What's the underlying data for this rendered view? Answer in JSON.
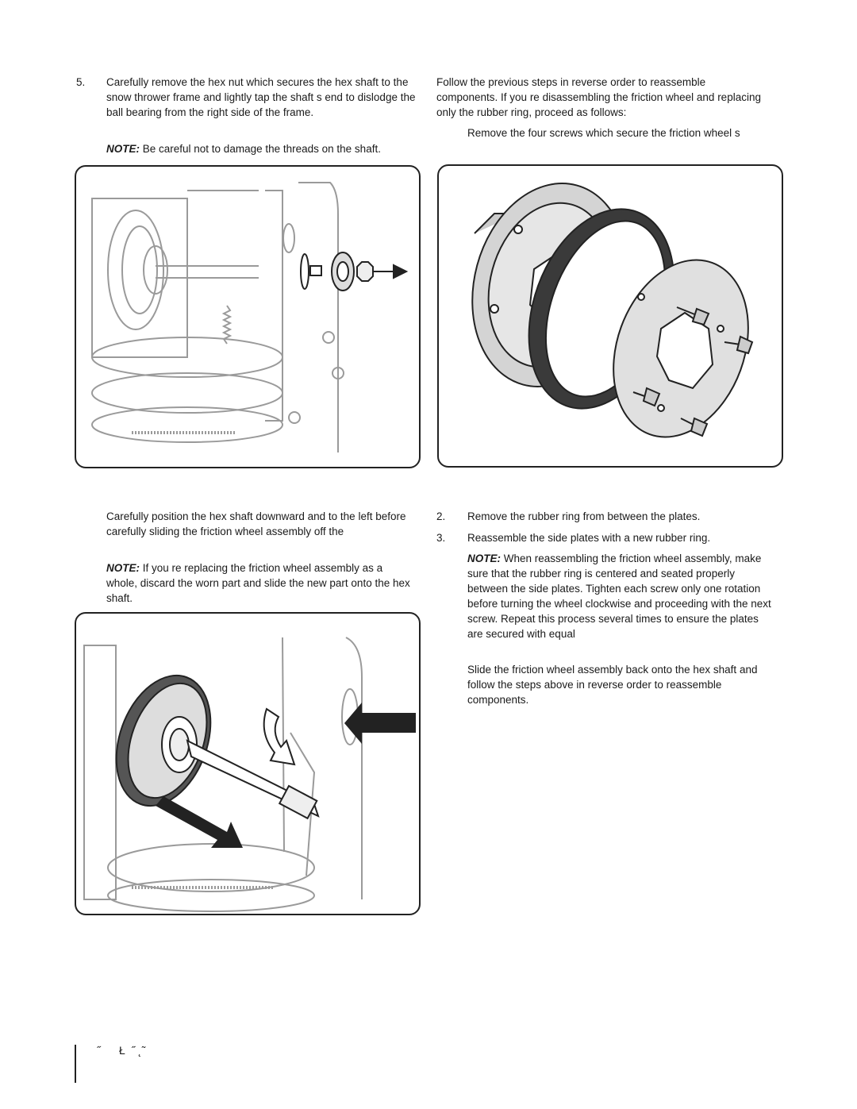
{
  "left_column": {
    "step5": {
      "number": "5.",
      "text": "Carefully remove the hex nut which secures the hex shaft to the snow thrower frame and lightly tap the shaft s end to dislodge the ball bearing from the right side of the frame."
    },
    "note1": {
      "label": "NOTE:",
      "text": " Be careful not to damage the threads on the shaft."
    },
    "step6": {
      "text": "Carefully position the hex shaft downward and to the left before carefully sliding the friction wheel assembly off the"
    },
    "note2": {
      "label": "NOTE:",
      "text": " If you re replacing the friction wheel assembly as a whole, discard the worn part and slide the new part onto the hex shaft."
    }
  },
  "right_column": {
    "intro": "Follow the previous steps in reverse order to reassemble components. If you re disassembling the friction wheel and replacing only the rubber ring, proceed as follows:",
    "step1": {
      "text": "Remove the four screws which secure the friction wheel s"
    },
    "step2": {
      "number": "2.",
      "text": "Remove the rubber ring from between the plates."
    },
    "step3": {
      "number": "3.",
      "text": "Reassemble the side plates with a new rubber ring."
    },
    "note3": {
      "label": "NOTE:",
      "text": " When reassembling the friction wheel assembly, make sure that the rubber ring is centered and seated properly between the side plates. Tighten each screw only one rotation before turning the wheel clockwise and proceeding with the next screw. Repeat this process several times to ensure the plates are secured with equal"
    },
    "step4": {
      "text": "Slide the friction wheel assembly back onto the hex shaft and follow the steps above in reverse order to reassemble components."
    }
  },
  "footer": {
    "text": "˝      Ł  ˝ ˛˜"
  },
  "colors": {
    "ink": "#1a1a1a",
    "line_art": "#9a9a9a",
    "rubber_ring": "#3a3a3a",
    "plate": "#d4d4d4"
  }
}
